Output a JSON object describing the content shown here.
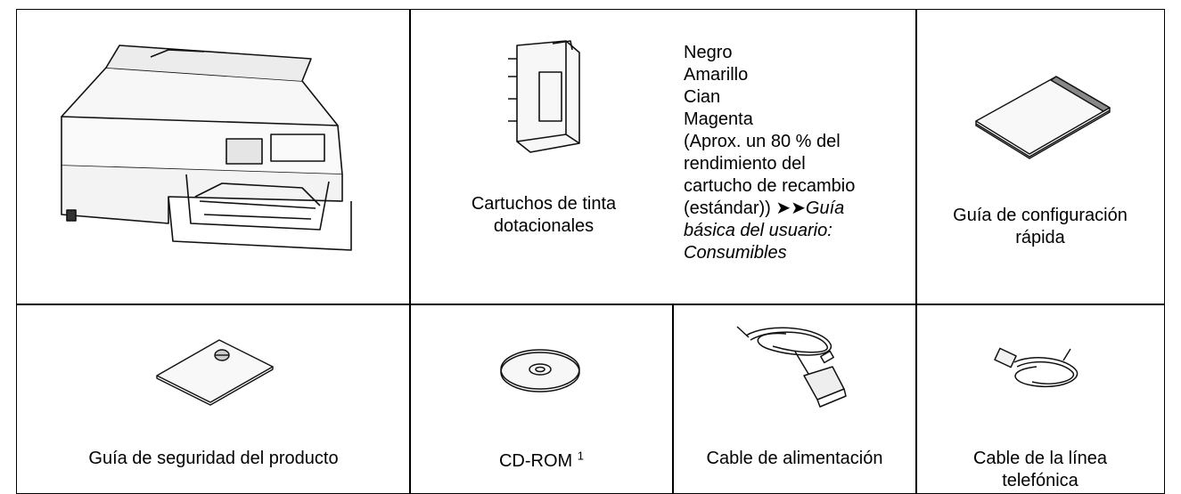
{
  "row1": {
    "printer": {
      "icon": "printer-icon"
    },
    "ink": {
      "caption_line1": "Cartuchos de tinta",
      "caption_line2": "dotacionales",
      "colors": [
        "Negro",
        "Amarillo",
        "Cian",
        "Magenta"
      ],
      "note_lines": [
        "(Aprox. un 80 % del",
        "rendimiento del",
        "cartucho de recambio",
        "(estándar))"
      ],
      "ref_arrows": "➤➤",
      "ref_line1": "Guía",
      "ref_line2": "básica del usuario:",
      "ref_line3": "Consumibles"
    },
    "quick_guide": {
      "line1": "Guía de configuración",
      "line2": "rápida"
    }
  },
  "row2": {
    "safety_guide": {
      "label": "Guía de seguridad del producto"
    },
    "cdrom": {
      "label": "CD-ROM",
      "footnote": "1"
    },
    "power_cable": {
      "label": "Cable de alimentación"
    },
    "phone_cable": {
      "line1": "Cable de la línea",
      "line2": "telefónica"
    }
  }
}
